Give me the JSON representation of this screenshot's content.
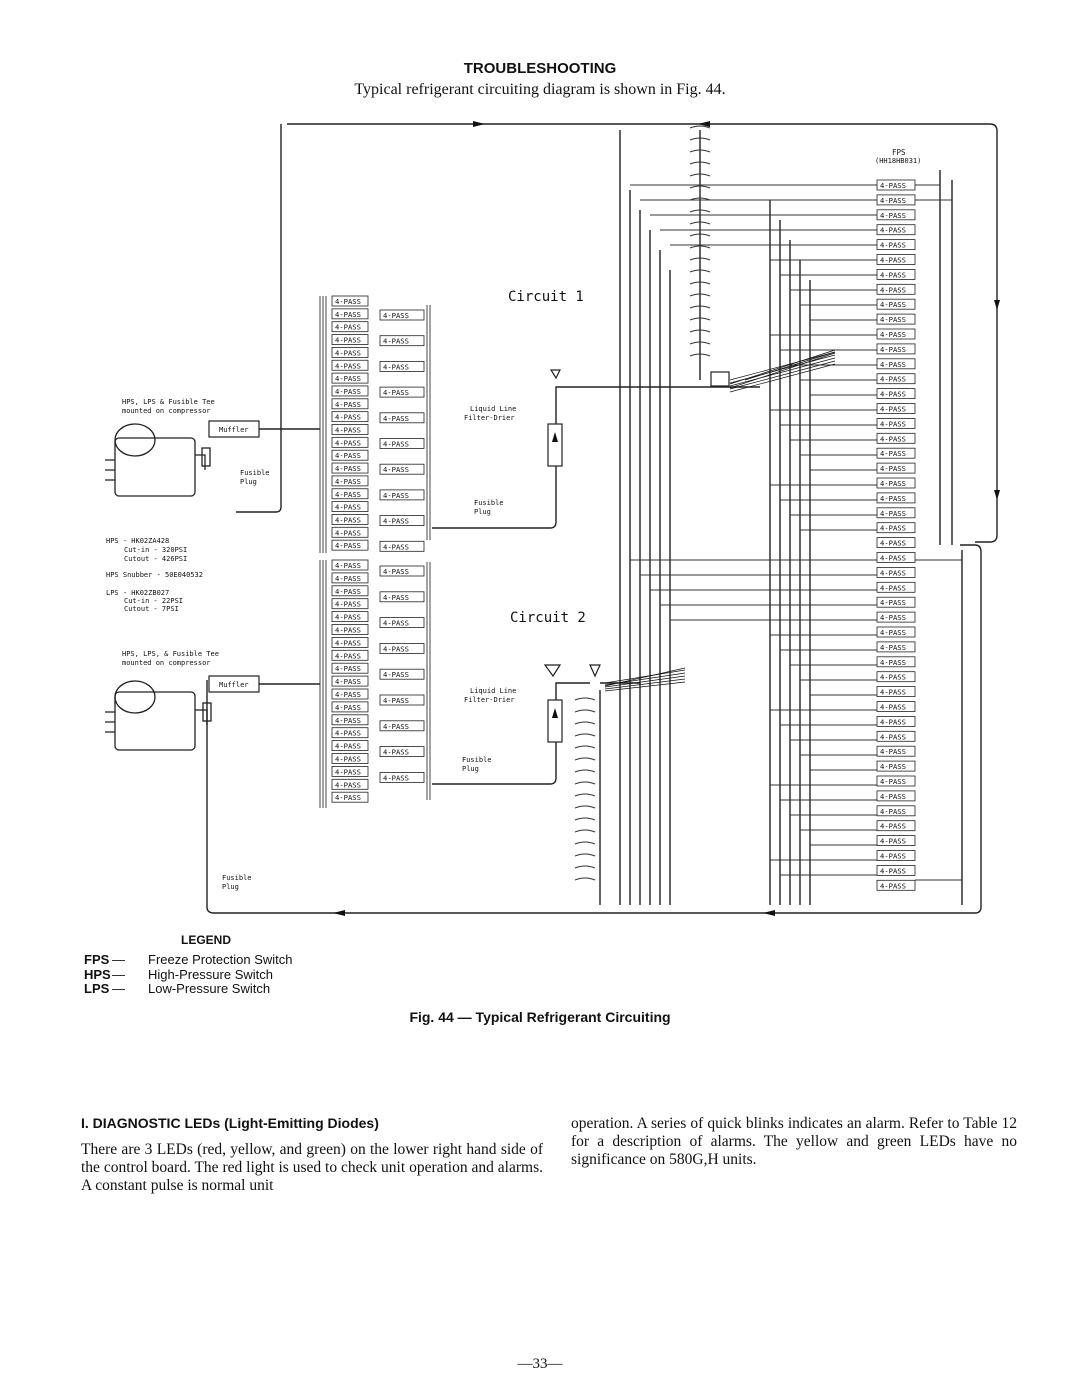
{
  "heading": "TROUBLESHOOTING",
  "intro": "Typical refrigerant circuiting diagram is shown in Fig. 44.",
  "diagram": {
    "circuit1_label": "Circuit 1",
    "circuit2_label": "Circuit 2",
    "pass_label": "4-PASS",
    "fps_label": "FPS",
    "fps_part": "(HH18HB031)",
    "hps_lps_tee_top": [
      "HPS, LPS & Fusible Tee",
      "mounted on compressor"
    ],
    "hps_lps_tee_bottom": [
      "HPS, LPS, & Fusible Tee",
      "mounted on compressor"
    ],
    "muffler": "Muffler",
    "fusible_plug": [
      "Fusible",
      "Plug"
    ],
    "liquid_line": [
      "Liquid Line",
      "Filter-Drier"
    ],
    "hps_spec": [
      "HPS - HK02ZA428",
      "Cut-in - 320PSI",
      "Cutout - 426PSI"
    ],
    "snubber": "HPS Snubber - 50E040532",
    "lps_spec": [
      "LPS - HK02ZB027",
      "Cut-in - 22PSI",
      "Cutout - 7PSI"
    ]
  },
  "legend": {
    "title": "LEGEND",
    "items": [
      {
        "abbr": "FPS",
        "dash": "—",
        "text": "Freeze Protection Switch"
      },
      {
        "abbr": "HPS",
        "dash": "—",
        "text": "High-Pressure Switch"
      },
      {
        "abbr": "LPS",
        "dash": "—",
        "text": "Low-Pressure Switch"
      }
    ]
  },
  "figure_caption": "Fig. 44 — Typical Refrigerant Circuiting",
  "subheading": "I. DIAGNOSTIC LEDs (Light-Emitting Diodes)",
  "paragraph_left": "There are 3 LEDs (red, yellow, and green) on the lower right hand side of the control board. The red light is used to check unit operation and alarms. A constant pulse is normal unit",
  "paragraph_right": "operation. A series of quick blinks indicates an alarm. Refer to Table 12 for a description of alarms. The yellow and green LEDs have no significance on 580G,H units.",
  "page_number": "—33—"
}
